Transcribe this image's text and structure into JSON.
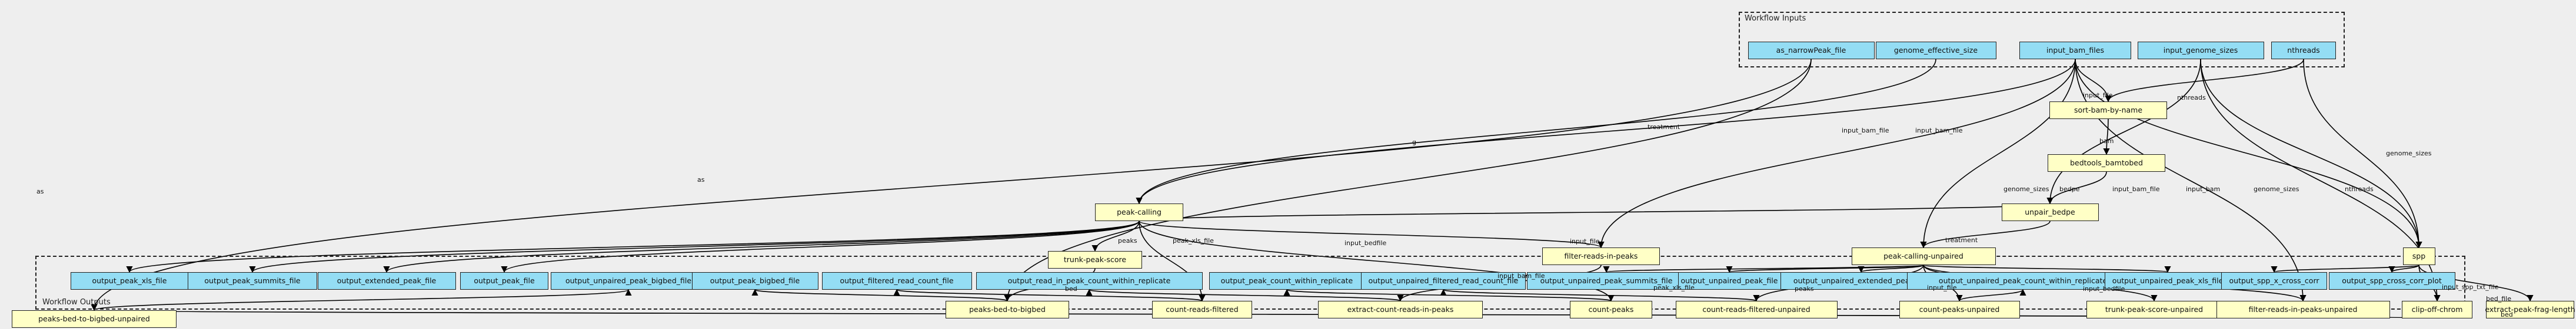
{
  "clusters": {
    "inputs": "Workflow Inputs",
    "outputs": "Workflow Outputs"
  },
  "inputs": [
    "as_narrowPeak_file",
    "genome_effective_size",
    "input_bam_files",
    "input_genome_sizes",
    "nthreads"
  ],
  "steps": [
    "sort-bam-by-name",
    "bedtools_bamtobed",
    "unpair_bedpe",
    "peak-calling",
    "trunk-peak-score",
    "peaks-bed-to-bigbed",
    "count-reads-filtered",
    "filter-reads-in-peaks",
    "extract-count-reads-in-peaks",
    "count-peaks",
    "peak-calling-unpaired",
    "count-reads-filtered-unpaired",
    "count-peaks-unpaired",
    "trunk-peak-score-unpaired",
    "filter-reads-in-peaks-unpaired",
    "spp",
    "clip-off-chrom",
    "extract-peak-frag-length",
    "peaks-bed-to-bigbed-unpaired"
  ],
  "outputs": [
    "output_peak_xls_file",
    "output_peak_summits_file",
    "output_extended_peak_file",
    "output_peak_file",
    "output_unpaired_peak_bigbed_file",
    "output_peak_bigbed_file",
    "output_filtered_read_count_file",
    "output_read_in_peak_count_within_replicate",
    "output_peak_count_within_replicate",
    "output_unpaired_filtered_read_count_file",
    "output_unpaired_peak_summits_file",
    "output_unpaired_peak_file",
    "output_unpaired_extended_peak_file",
    "output_unpaired_peak_count_within_replicate",
    "output_unpaired_peak_xls_file",
    "output_spp_x_cross_corr",
    "output_spp_cross_corr_plot"
  ],
  "edge_labels": [
    "input_file",
    "nthreads",
    "bam",
    "genome_sizes",
    "bedpe",
    "treatment",
    "g",
    "as",
    "input_bam_file",
    "treatment",
    "peaks",
    "peak_xls_file",
    "bed",
    "input_bedfile",
    "input_bam_file",
    "input_file",
    "peak_xls_file",
    "peaks",
    "input_file",
    "input_bedfile",
    "input_bam_file",
    "input_bam",
    "genome_sizes",
    "nthreads",
    "genome_sizes",
    "input_spp_txt_file",
    "bed_file",
    "bed",
    "as",
    "input_bam_file"
  ]
}
